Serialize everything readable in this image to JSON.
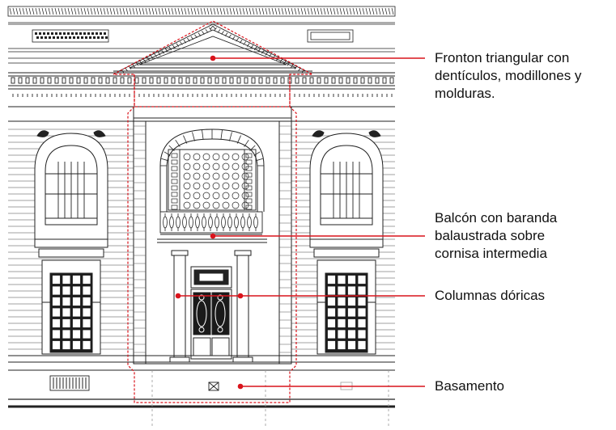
{
  "annotations": [
    {
      "id": "fronton",
      "lines": [
        "Fronton triangular con",
        "dentículos, modillones y",
        "molduras."
      ]
    },
    {
      "id": "balcon",
      "lines": [
        "Balcón con baranda",
        "balaustrada sobre",
        "cornisa intermedia"
      ]
    },
    {
      "id": "columnas",
      "lines": [
        "Columnas dóricas"
      ]
    },
    {
      "id": "basamento",
      "lines": [
        "Basamento"
      ]
    }
  ],
  "colors": {
    "callout": "#d9141c",
    "drawing": "#222222",
    "guide": "#9a9a9a"
  }
}
